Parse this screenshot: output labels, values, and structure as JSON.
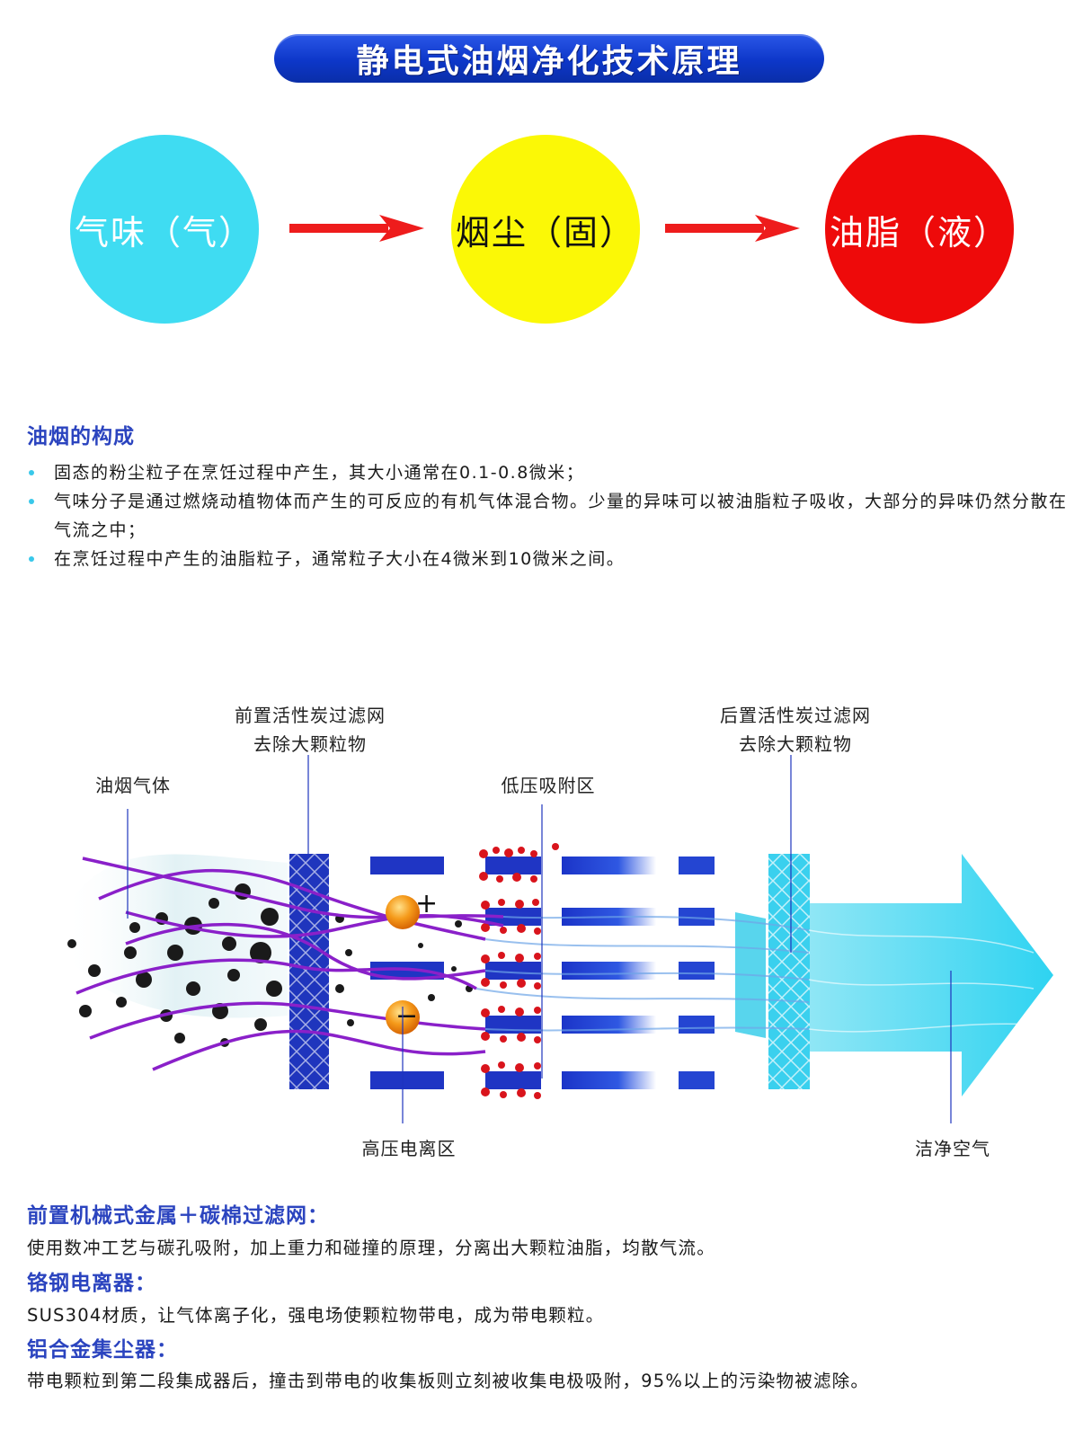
{
  "title": "静电式油烟净化技术原理",
  "states": [
    {
      "label": "气味（气）"
    },
    {
      "label": "烟尘（固）"
    },
    {
      "label": "油脂（液）"
    }
  ],
  "composition": {
    "heading": "油烟的构成",
    "items": [
      "固态的粉尘粒子在烹饪过程中产生，其大小通常在0.1-0.8微米；",
      "气味分子是通过燃烧动植物体而产生的可反应的有机气体混合物。少量的异味可以被油脂粒子吸收，大部分的异味仍然分散在气流之中；",
      "在烹饪过程中产生的油脂粒子，通常粒子大小在4微米到10微米之间。"
    ]
  },
  "diagram": {
    "pre_filter": [
      "前置活性炭过滤网",
      "去除大颗粒物"
    ],
    "post_filter": [
      "后置活性炭过滤网",
      "去除大颗粒物"
    ],
    "smoke_gas": "油烟气体",
    "low_voltage": "低压吸附区",
    "high_voltage": "高压电离区",
    "clean_air": "洁净空气",
    "plus_sign": "+",
    "minus_sign": "−"
  },
  "components": [
    {
      "heading": "前置机械式金属＋碳棉过滤网：",
      "text": "使用数冲工艺与碳孔吸附，加上重力和碰撞的原理，分离出大颗粒油脂，均散气流。"
    },
    {
      "heading": "铬钢电离器：",
      "text": "SUS304材质，让气体离子化，强电场使颗粒物带电，成为带电颗粒。"
    },
    {
      "heading": "铝合金集尘器：",
      "text": "带电颗粒到第二段集成器后，撞击到带电的收集板则立刻被收集电极吸附，95%以上的污染物被滤除。"
    }
  ],
  "colors": {
    "title_blue": "#0d37c9",
    "gas_cyan": "#3fdcf2",
    "solid_yellow": "#fbf806",
    "liquid_red": "#ee0a0a",
    "heading_blue": "#2b44bf",
    "bullet_cyan": "#39c8ea",
    "arrow_red": "#ee1c1c"
  },
  "icons": [
    "right-arrow-icon",
    "right-arrow-icon",
    "bullet-dot-icon"
  ]
}
